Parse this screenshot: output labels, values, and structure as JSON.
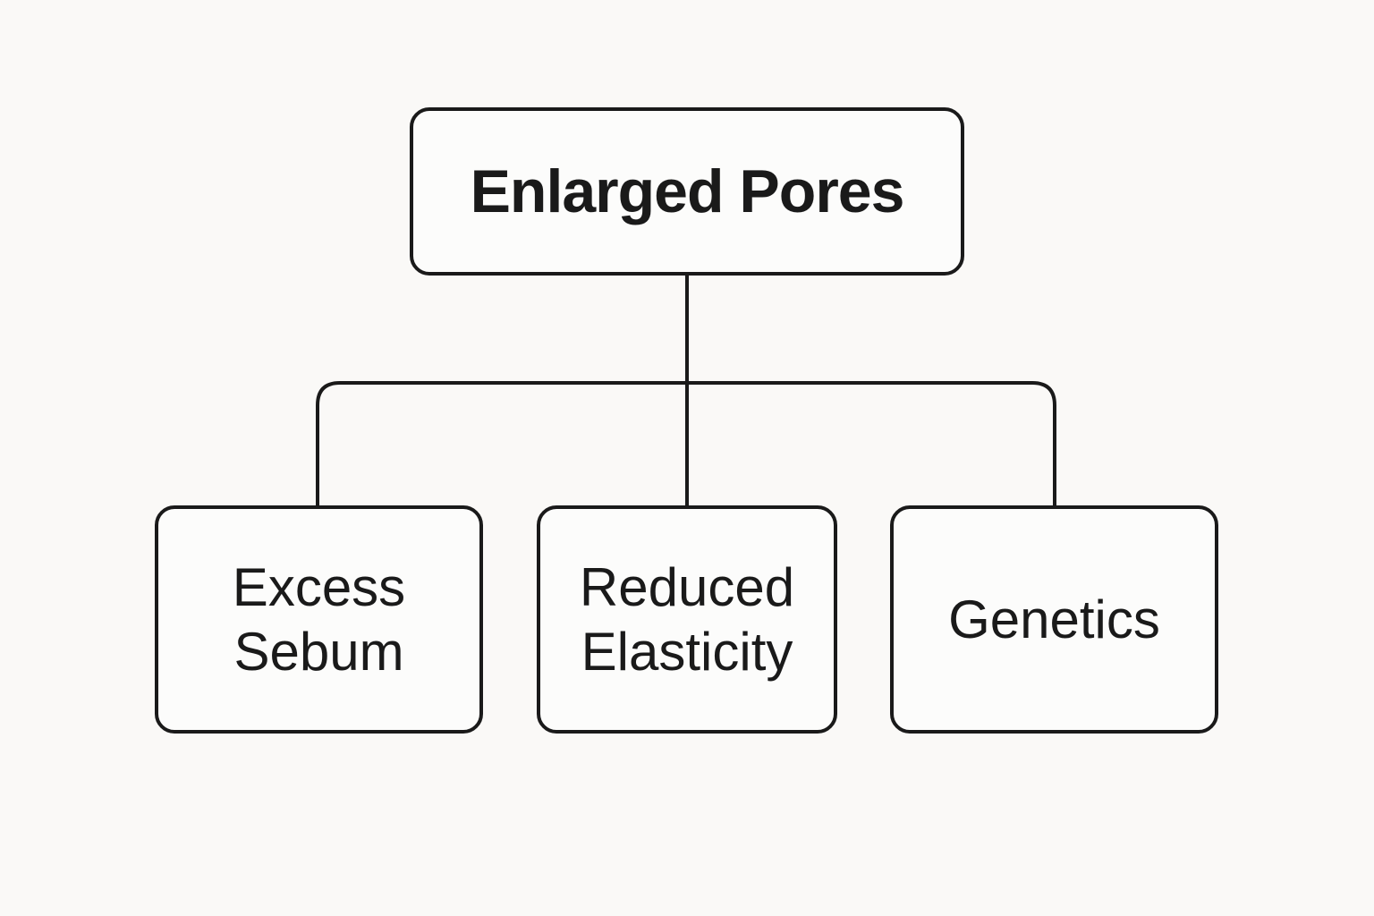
{
  "diagram": {
    "type": "tree",
    "title": "Enlarged Pores causes diagram",
    "root": {
      "id": "enlarged-pores",
      "label": "Enlarged Pores"
    },
    "children": [
      {
        "id": "excess-sebum",
        "label": "Excess Sebum"
      },
      {
        "id": "reduced-elasticity",
        "label": "Reduced Elasticity"
      },
      {
        "id": "genetics",
        "label": "Genetics"
      }
    ],
    "edges": [
      {
        "from": "enlarged-pores",
        "to": "excess-sebum"
      },
      {
        "from": "enlarged-pores",
        "to": "reduced-elasticity"
      },
      {
        "from": "enlarged-pores",
        "to": "genetics"
      }
    ]
  },
  "colors": {
    "background": "#faf9f7",
    "node-fill": "#fcfcfb",
    "line": "#1a1a1a",
    "text": "#1a1a1a"
  }
}
